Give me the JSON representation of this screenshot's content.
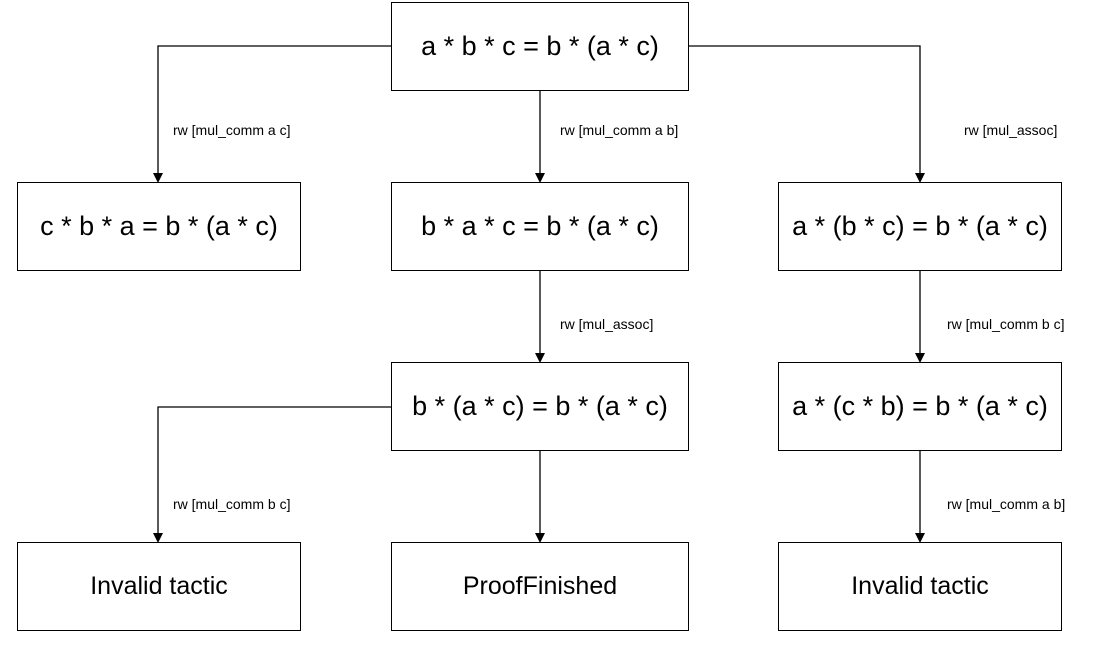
{
  "nodes": {
    "root": "a * b * c = b * (a * c)",
    "left_child": "c * b * a = b * (a * c)",
    "mid_child": "b * a * c = b * (a * c)",
    "right_child": "a * (b * c) = b * (a * c)",
    "mid_grandchild": "b * (a * c) = b * (a * c)",
    "right_grandchild": "a * (c * b) = b * (a * c)",
    "leaf_left": "Invalid tactic",
    "leaf_mid": "ProofFinished",
    "leaf_right": "Invalid tactic"
  },
  "edges": {
    "root_to_left": "rw [mul_comm a c]",
    "root_to_mid": "rw [mul_comm a b]",
    "root_to_right": "rw [mul_assoc]",
    "mid_to_mid_grandchild": "rw [mul_assoc]",
    "right_to_right_grandchild": "rw [mul_comm b c]",
    "mid_grandchild_to_leaf_left": "rw [mul_comm b c]",
    "right_grandchild_to_leaf_right": "rw [mul_comm a b]"
  }
}
